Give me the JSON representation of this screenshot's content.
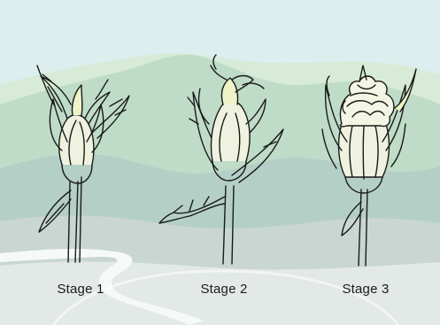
{
  "stages": [
    {
      "label": "Stage 1"
    },
    {
      "label": "Stage 2"
    },
    {
      "label": "Stage 3"
    }
  ],
  "colors": {
    "sky": "#dcefee",
    "hill_far": "#cfe6d3",
    "hill_mid": "#b7d8c5",
    "hill_near": "#c4d2cf",
    "ground": "#e6ecea",
    "river": "#f4f8f8",
    "bud_fill": "#eef4c8",
    "ink": "#1a1a1a"
  },
  "icons": [
    "rose-bud-icon",
    "partially-open-rose-icon",
    "open-rose-icon"
  ]
}
